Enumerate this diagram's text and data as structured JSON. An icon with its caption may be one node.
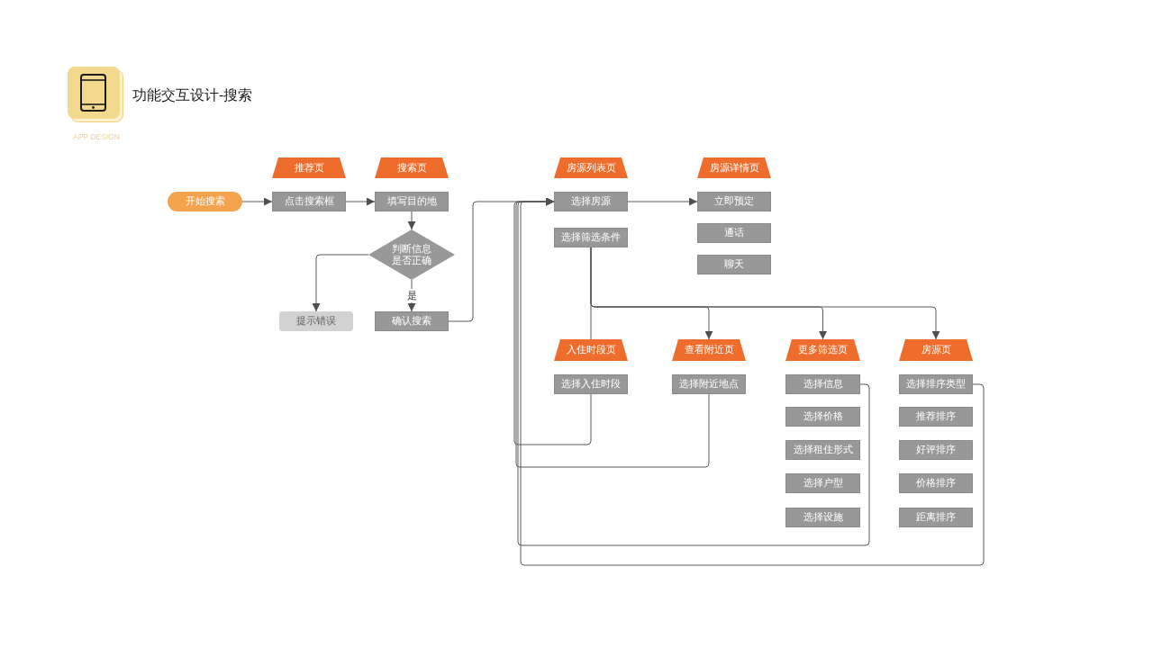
{
  "diagram": {
    "title": "功能交互设计-搜索",
    "nodes": [
      {
        "text": [
          "推荐页"
        ]
      },
      {
        "text": [
          "搜索页"
        ]
      },
      {
        "text": [
          "房源列表页"
        ]
      },
      {
        "text": [
          "房源详情页"
        ]
      },
      {
        "text": [
          "开始搜索"
        ]
      },
      {
        "text": [
          "点击搜索框"
        ]
      },
      {
        "text": [
          "填写目的地"
        ]
      },
      {
        "text": [
          "选择房源"
        ]
      },
      {
        "text": [
          "立即预定"
        ]
      },
      {
        "text": [
          "选择筛选条件"
        ]
      },
      {
        "text": [
          "通话"
        ]
      },
      {
        "text": [
          "聊天"
        ]
      },
      {
        "text": [
          "判断信息是否正确"
        ]
      },
      {
        "text": [
          "提示错误"
        ]
      },
      {
        "text": [
          "确认搜索"
        ]
      },
      {
        "text": [
          "入住时段页"
        ]
      },
      {
        "text": [
          "查看附近页"
        ]
      },
      {
        "text": [
          "更多筛选页"
        ]
      },
      {
        "text": [
          "房源页"
        ]
      },
      {
        "text": [
          "选择入住时段"
        ]
      },
      {
        "text": [
          "选择附近地点"
        ]
      },
      {
        "text": [
          "选择信息"
        ]
      },
      {
        "text": [
          "选择排序类型"
        ]
      },
      {
        "text": [
          "选择价格"
        ]
      },
      {
        "text": [
          "推荐排序"
        ]
      },
      {
        "text": [
          "选择租住形式"
        ]
      },
      {
        "text": [
          "好评排序"
        ]
      },
      {
        "text": [
          "选择户型"
        ]
      },
      {
        "text": [
          "价格排序"
        ]
      },
      {
        "text": [
          "选择设施"
        ]
      },
      {
        "text": [
          "距离排序"
        ]
      }
    ],
    "edges": [
      {
        "from": 4,
        "to": 5,
        "arrow": "to"
      },
      {
        "from": 5,
        "to": 6,
        "arrow": "to"
      },
      {
        "from": 6,
        "to": 12,
        "arrow": "to"
      },
      {
        "from": 12,
        "to": 13,
        "arrow": "to"
      },
      {
        "from": 12,
        "to": 14,
        "arrow": "to",
        "label": "是"
      },
      {
        "from": 14,
        "to": 7,
        "arrow": "to"
      },
      {
        "from": 7,
        "to": 8,
        "arrow": "to"
      },
      {
        "from": 9,
        "to": 15,
        "arrow": "none"
      },
      {
        "from": 9,
        "to": 16,
        "arrow": "to"
      },
      {
        "from": 9,
        "to": 17,
        "arrow": "to"
      },
      {
        "from": 9,
        "to": 18,
        "arrow": "to"
      },
      {
        "from": 19,
        "to": 7,
        "arrow": "to"
      },
      {
        "from": 20,
        "to": 7,
        "arrow": "to"
      },
      {
        "from": 21,
        "to": 7,
        "arrow": "to"
      },
      {
        "from": 22,
        "to": 7,
        "arrow": "to"
      }
    ],
    "labels": [
      "APP DESIGN"
    ]
  }
}
